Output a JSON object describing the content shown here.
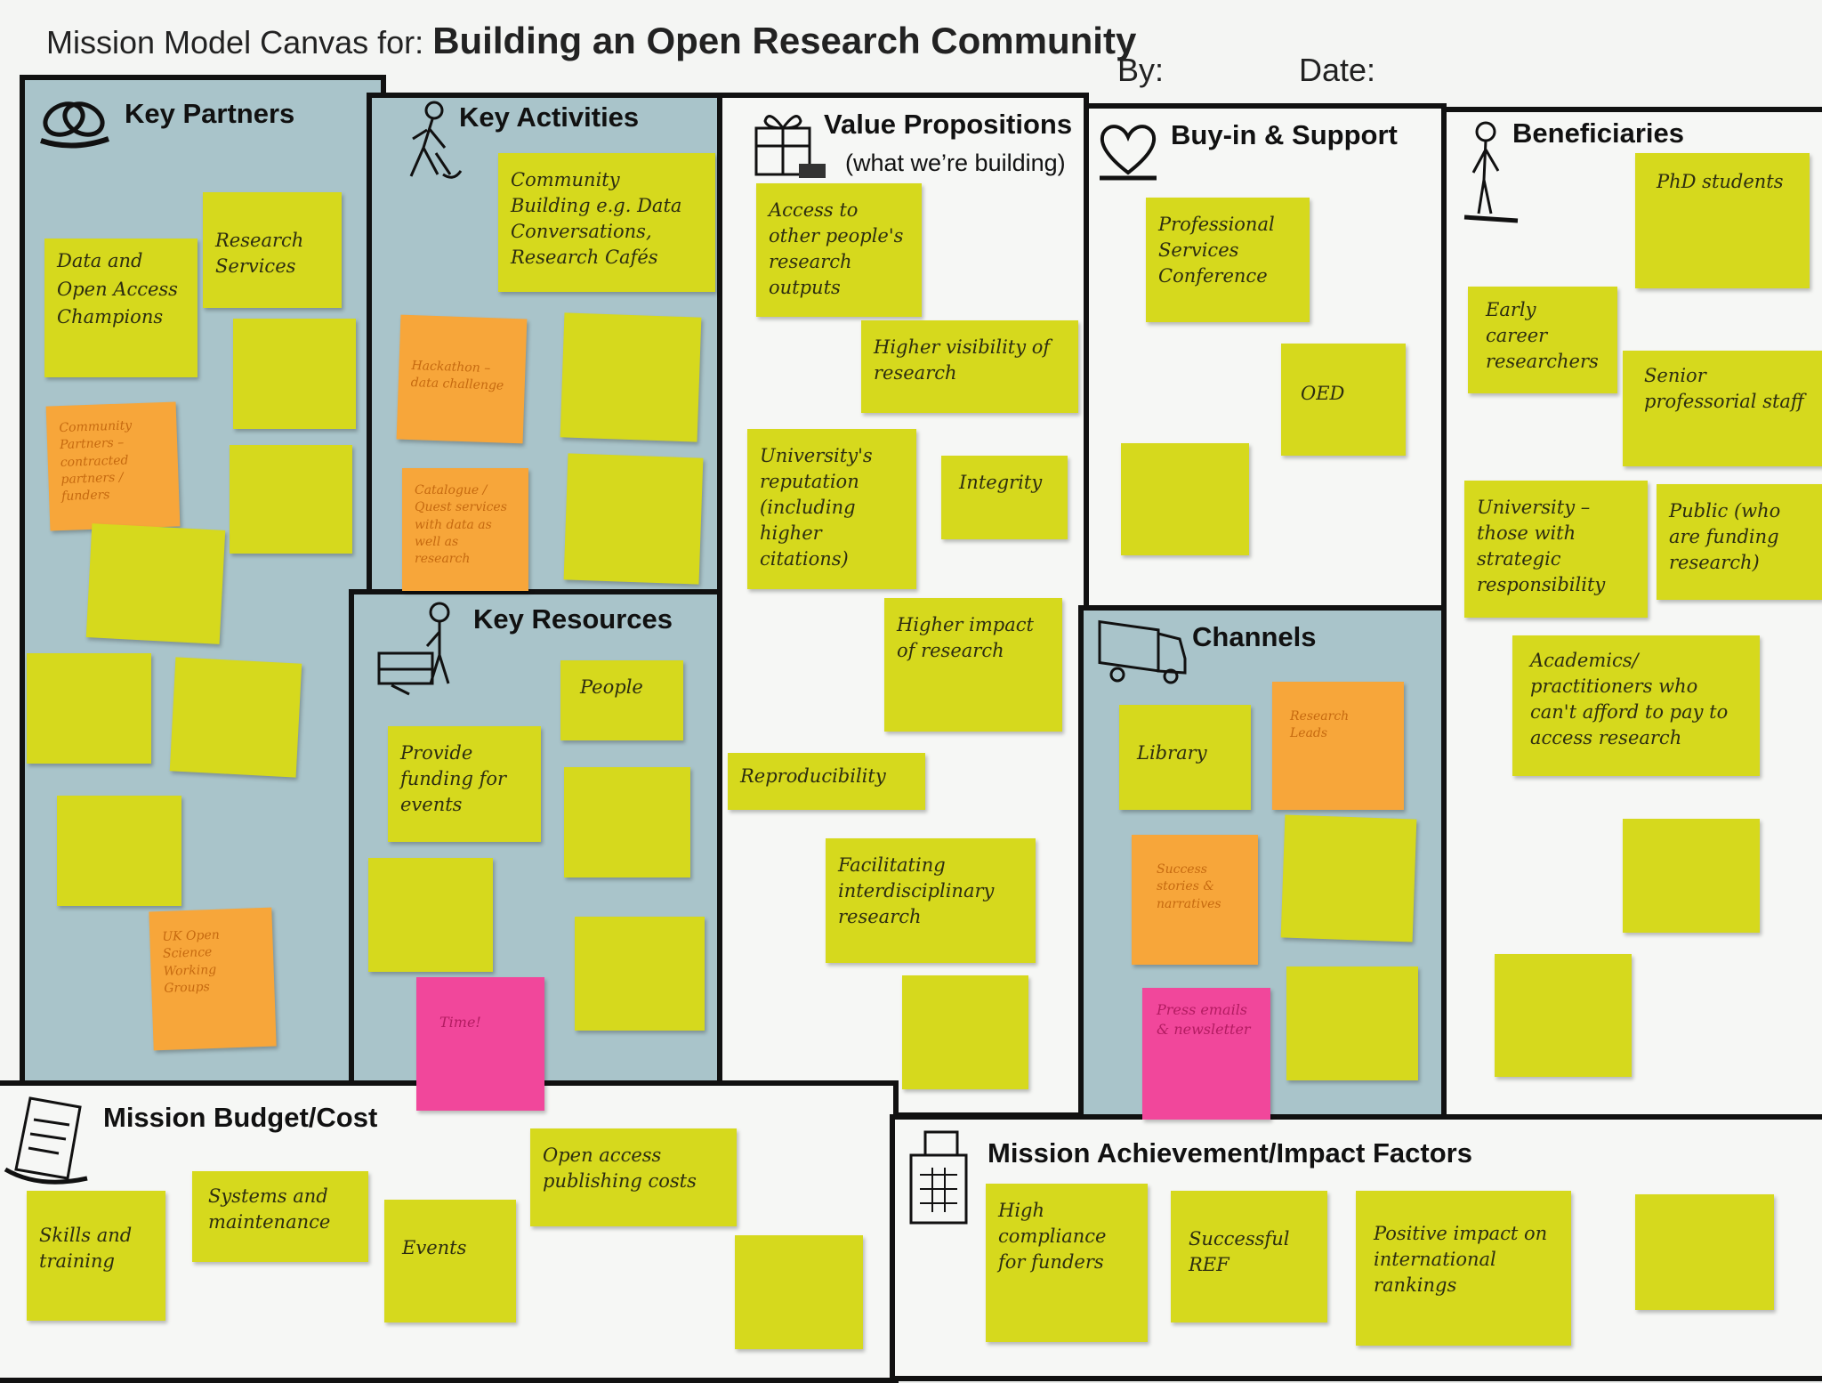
{
  "header": {
    "title_prefix": "Mission Model Canvas for:",
    "title_project": "Building an Open Research Community",
    "by_label": "By:",
    "date_label": "Date:"
  },
  "sections": {
    "key_partners": {
      "title": "Key Partners",
      "icon": "link-rings-icon"
    },
    "key_activities": {
      "title": "Key Activities",
      "icon": "digging-person-icon"
    },
    "value_propositions": {
      "title": "Value Propositions",
      "subtitle": "(what we’re building)",
      "icon": "gift-box-icon"
    },
    "buy_in_support": {
      "title": "Buy-in & Support",
      "icon": "heart-icon"
    },
    "beneficiaries": {
      "title": "Beneficiaries",
      "icon": "person-icon"
    },
    "key_resources": {
      "title": "Key Resources",
      "icon": "loading-person-icon"
    },
    "channels": {
      "title": "Channels",
      "icon": "truck-icon"
    },
    "mission_budget": {
      "title": "Mission Budget/Cost",
      "icon": "document-icon"
    },
    "mission_achievement": {
      "title": "Mission Achievement/Impact Factors",
      "icon": "cash-register-icon"
    }
  },
  "notes": {
    "kp_research_services": "Research Services",
    "kp_data_champions": "Data and Open Access Champions",
    "kp_community_partners": "Community Partners – contracted partners / funders",
    "kp_uk_open_science": "UK Open Science Working Groups",
    "ka_community_building": "Community Building e.g. Data Conversations, Research Cafés",
    "ka_hackathon": "Hackathon – data challenge",
    "ka_orange_2": "Catalogue / Quest services with data as well as research",
    "kr_people": "People",
    "kr_provide_funding": "Provide funding for events",
    "kr_time": "Time!",
    "vp_access_outputs": "Access to other people's research outputs",
    "vp_higher_visibility": "Higher visibility of research",
    "vp_university_reputation": "University's reputation (including higher citations)",
    "vp_integrity": "Integrity",
    "vp_higher_impact": "Higher impact of research",
    "vp_reproducibility": "Reproducibility",
    "vp_interdisciplinary": "Facilitating interdisciplinary research",
    "bs_professional_services": "Professional Services Conference",
    "bs_oed": "OED",
    "ch_library": "Library",
    "ch_research_leads": "Research Leads",
    "ch_success_stories": "Success stories & narratives",
    "ch_pink": "Press emails & newsletter",
    "bf_phd": "PhD students",
    "bf_early_career": "Early career researchers",
    "bf_senior": "Senior professorial staff",
    "bf_university": "University – those with strategic responsibility",
    "bf_public": "Public (who are funding research)",
    "bf_academics": "Academics/ practitioners who can't afford to pay to access research",
    "mb_skills": "Skills and training",
    "mb_systems": "Systems and maintenance",
    "mb_events": "Events",
    "mb_open_access": "Open access publishing costs",
    "ma_high_compliance": "High compliance for funders",
    "ma_successful_ref": "Successful REF",
    "ma_positive_impact": "Positive impact on international rankings"
  },
  "colors": {
    "sticky_yellow": "#d6d91d",
    "sticky_orange": "#f7a63a",
    "sticky_pink": "#f1479b",
    "panel_blue": "#a9c4ca",
    "panel_white": "#f6f7f5"
  }
}
